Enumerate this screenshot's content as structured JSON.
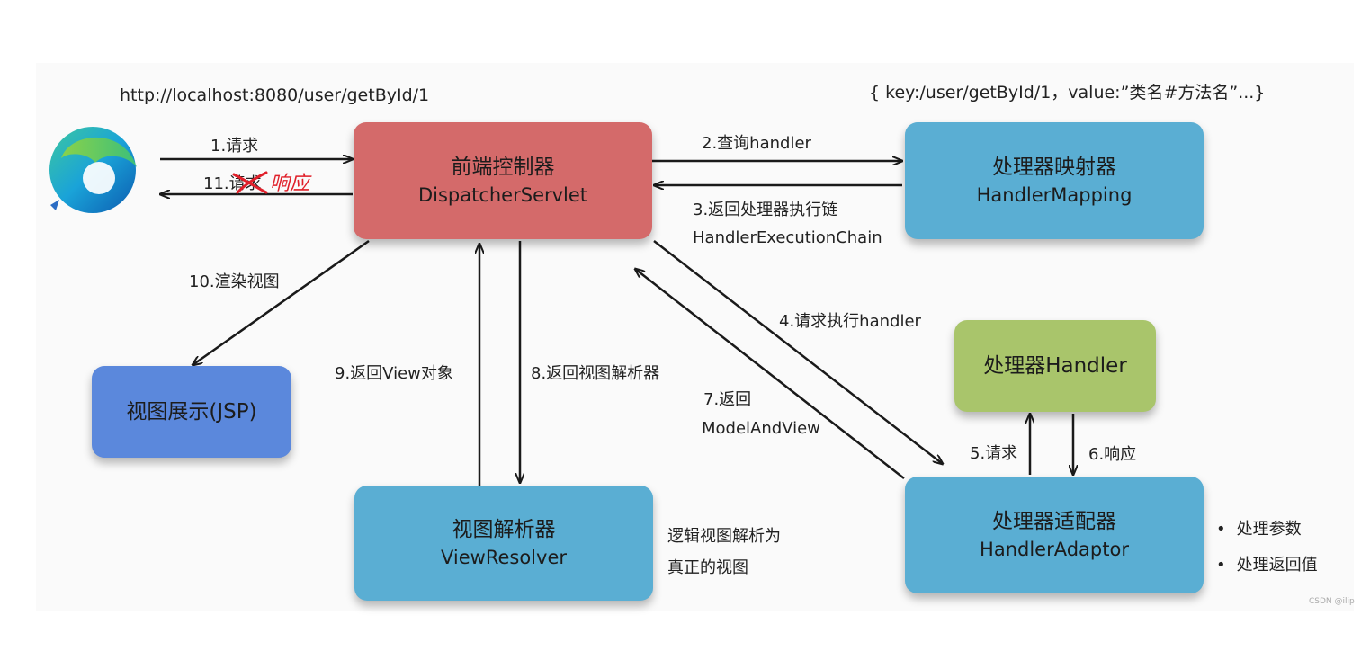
{
  "url_label": "http://localhost:8080/user/getById/1",
  "map_label": "{ key:/user/getById/1，value:”类名#方法名”...}",
  "boxes": {
    "dispatcher": {
      "title": "前端控制器",
      "subtitle": "DispatcherServlet"
    },
    "mapping": {
      "title": "处理器映射器",
      "subtitle": "HandlerMapping"
    },
    "handler": {
      "title": "处理器Handler"
    },
    "adaptor": {
      "title": "处理器适配器",
      "subtitle": "HandlerAdaptor"
    },
    "resolver": {
      "title": "视图解析器",
      "subtitle": "ViewResolver"
    },
    "view": {
      "title": "视图展示(JSP)"
    }
  },
  "edges": {
    "e1": "1.请求",
    "e11_prefix": "11.请求",
    "e11_handwritten": "响应",
    "e2": "2.查询handler",
    "e3_line1": "3.返回处理器执行链",
    "e3_line2": "HandlerExecutionChain",
    "e4": "4.请求执行handler",
    "e5": "5.请求",
    "e6": "6.响应",
    "e7_line1": "7.返回",
    "e7_line2": "ModelAndView",
    "e8": "8.返回视图解析器",
    "e9": "9.返回View对象",
    "e10": "10.渲染视图"
  },
  "resolver_note": {
    "line1": "逻辑视图解析为",
    "line2": "真正的视图"
  },
  "adaptor_notes": [
    "处理参数",
    "处理返回值"
  ],
  "watermark": "CSDN @ilip",
  "colors": {
    "blue_box": "#5aaed3",
    "red_box": "#d46a6a",
    "navy_box": "#5b88dc",
    "green_box": "#a9c56b",
    "handwriting": "#e0202a"
  },
  "icons": {
    "browser": "edge-browser-icon"
  }
}
